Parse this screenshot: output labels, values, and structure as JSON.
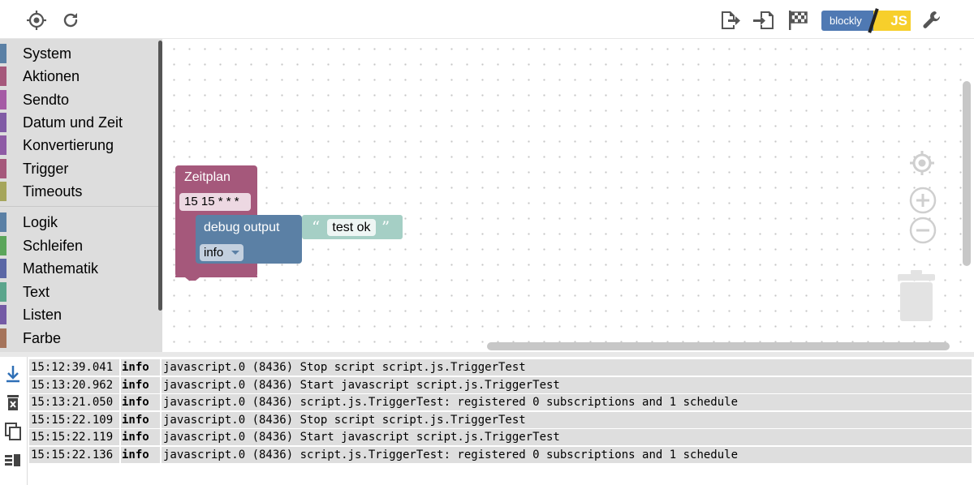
{
  "toolbar": {
    "left_icons": [
      "locate-icon",
      "refresh-icon"
    ],
    "right_icons": [
      "export-icon",
      "import-icon",
      "checkered-flag-icon",
      "wrench-icon"
    ],
    "logo": {
      "blockly": "blockly",
      "js": "JS"
    },
    "colors": {
      "logo_blue": "#4f79b3",
      "logo_yellow": "#f7cf2b"
    }
  },
  "toolbox": {
    "group1": [
      {
        "label": "System",
        "color": "#5b80a5"
      },
      {
        "label": "Aktionen",
        "color": "#a5587b"
      },
      {
        "label": "Sendto",
        "color": "#a55ba5"
      },
      {
        "label": "Datum und Zeit",
        "color": "#805ba5"
      },
      {
        "label": "Konvertierung",
        "color": "#8e5ba5"
      },
      {
        "label": "Trigger",
        "color": "#a5587b"
      },
      {
        "label": "Timeouts",
        "color": "#a5a55b"
      }
    ],
    "group2": [
      {
        "label": "Logik",
        "color": "#5b80a5"
      },
      {
        "label": "Schleifen",
        "color": "#5ba55b"
      },
      {
        "label": "Mathematik",
        "color": "#5b67a5"
      },
      {
        "label": "Text",
        "color": "#5ba58c"
      },
      {
        "label": "Listen",
        "color": "#745ba5"
      },
      {
        "label": "Farbe",
        "color": "#a5745b"
      }
    ]
  },
  "workspace": {
    "schedule_block": {
      "title": "Zeitplan",
      "cron": "15 15 * * *",
      "color": "#a5587b"
    },
    "debug_block": {
      "title": "debug output",
      "level": "info",
      "color": "#5b80a5"
    },
    "text_block": {
      "value": "test ok",
      "open_quote": "“",
      "close_quote": "”",
      "color": "#a5cfc5"
    }
  },
  "log": {
    "tools": [
      "scroll-down-icon",
      "clear-log-icon",
      "copy-icon",
      "filter-icon"
    ],
    "entries": [
      {
        "time": "15:12:39.041",
        "level": "info",
        "message": "javascript.0 (8436) Stop script script.js.TriggerTest"
      },
      {
        "time": "15:13:20.962",
        "level": "info",
        "message": "javascript.0 (8436) Start javascript script.js.TriggerTest"
      },
      {
        "time": "15:13:21.050",
        "level": "info",
        "message": "javascript.0 (8436) script.js.TriggerTest: registered 0 subscriptions and 1 schedule"
      },
      {
        "time": "15:15:22.109",
        "level": "info",
        "message": "javascript.0 (8436) Stop script script.js.TriggerTest"
      },
      {
        "time": "15:15:22.119",
        "level": "info",
        "message": "javascript.0 (8436) Start javascript script.js.TriggerTest"
      },
      {
        "time": "15:15:22.136",
        "level": "info",
        "message": "javascript.0 (8436) script.js.TriggerTest: registered 0 subscriptions and 1 schedule"
      }
    ]
  }
}
